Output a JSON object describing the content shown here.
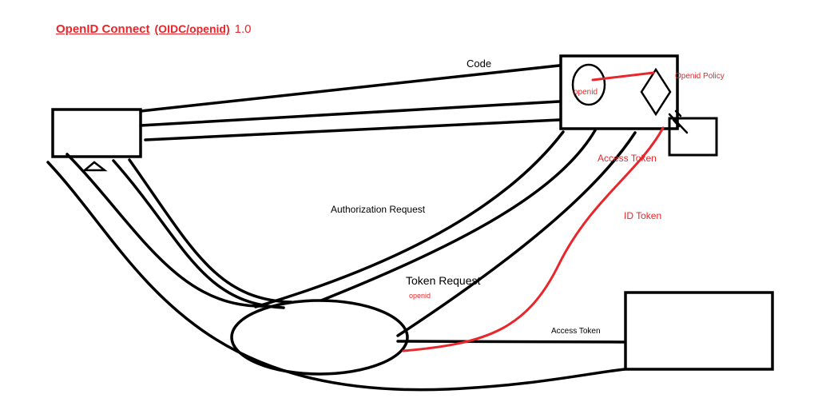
{
  "title": {
    "main": "OpenID Connect",
    "paren": "(OIDC/openid)",
    "version": "1.0"
  },
  "labels": {
    "code": "Code",
    "openid_circle": "openid",
    "openid_policy": "Openid Policy",
    "access_token_red": "Access Token",
    "id_token": "ID Token",
    "authorization_request": "Authorization Request",
    "token_request": "Token Request",
    "openid_small": "openid",
    "access_token_bottom": "Access Token"
  },
  "colors": {
    "ink": "#000000",
    "accent": "#e8262b"
  }
}
